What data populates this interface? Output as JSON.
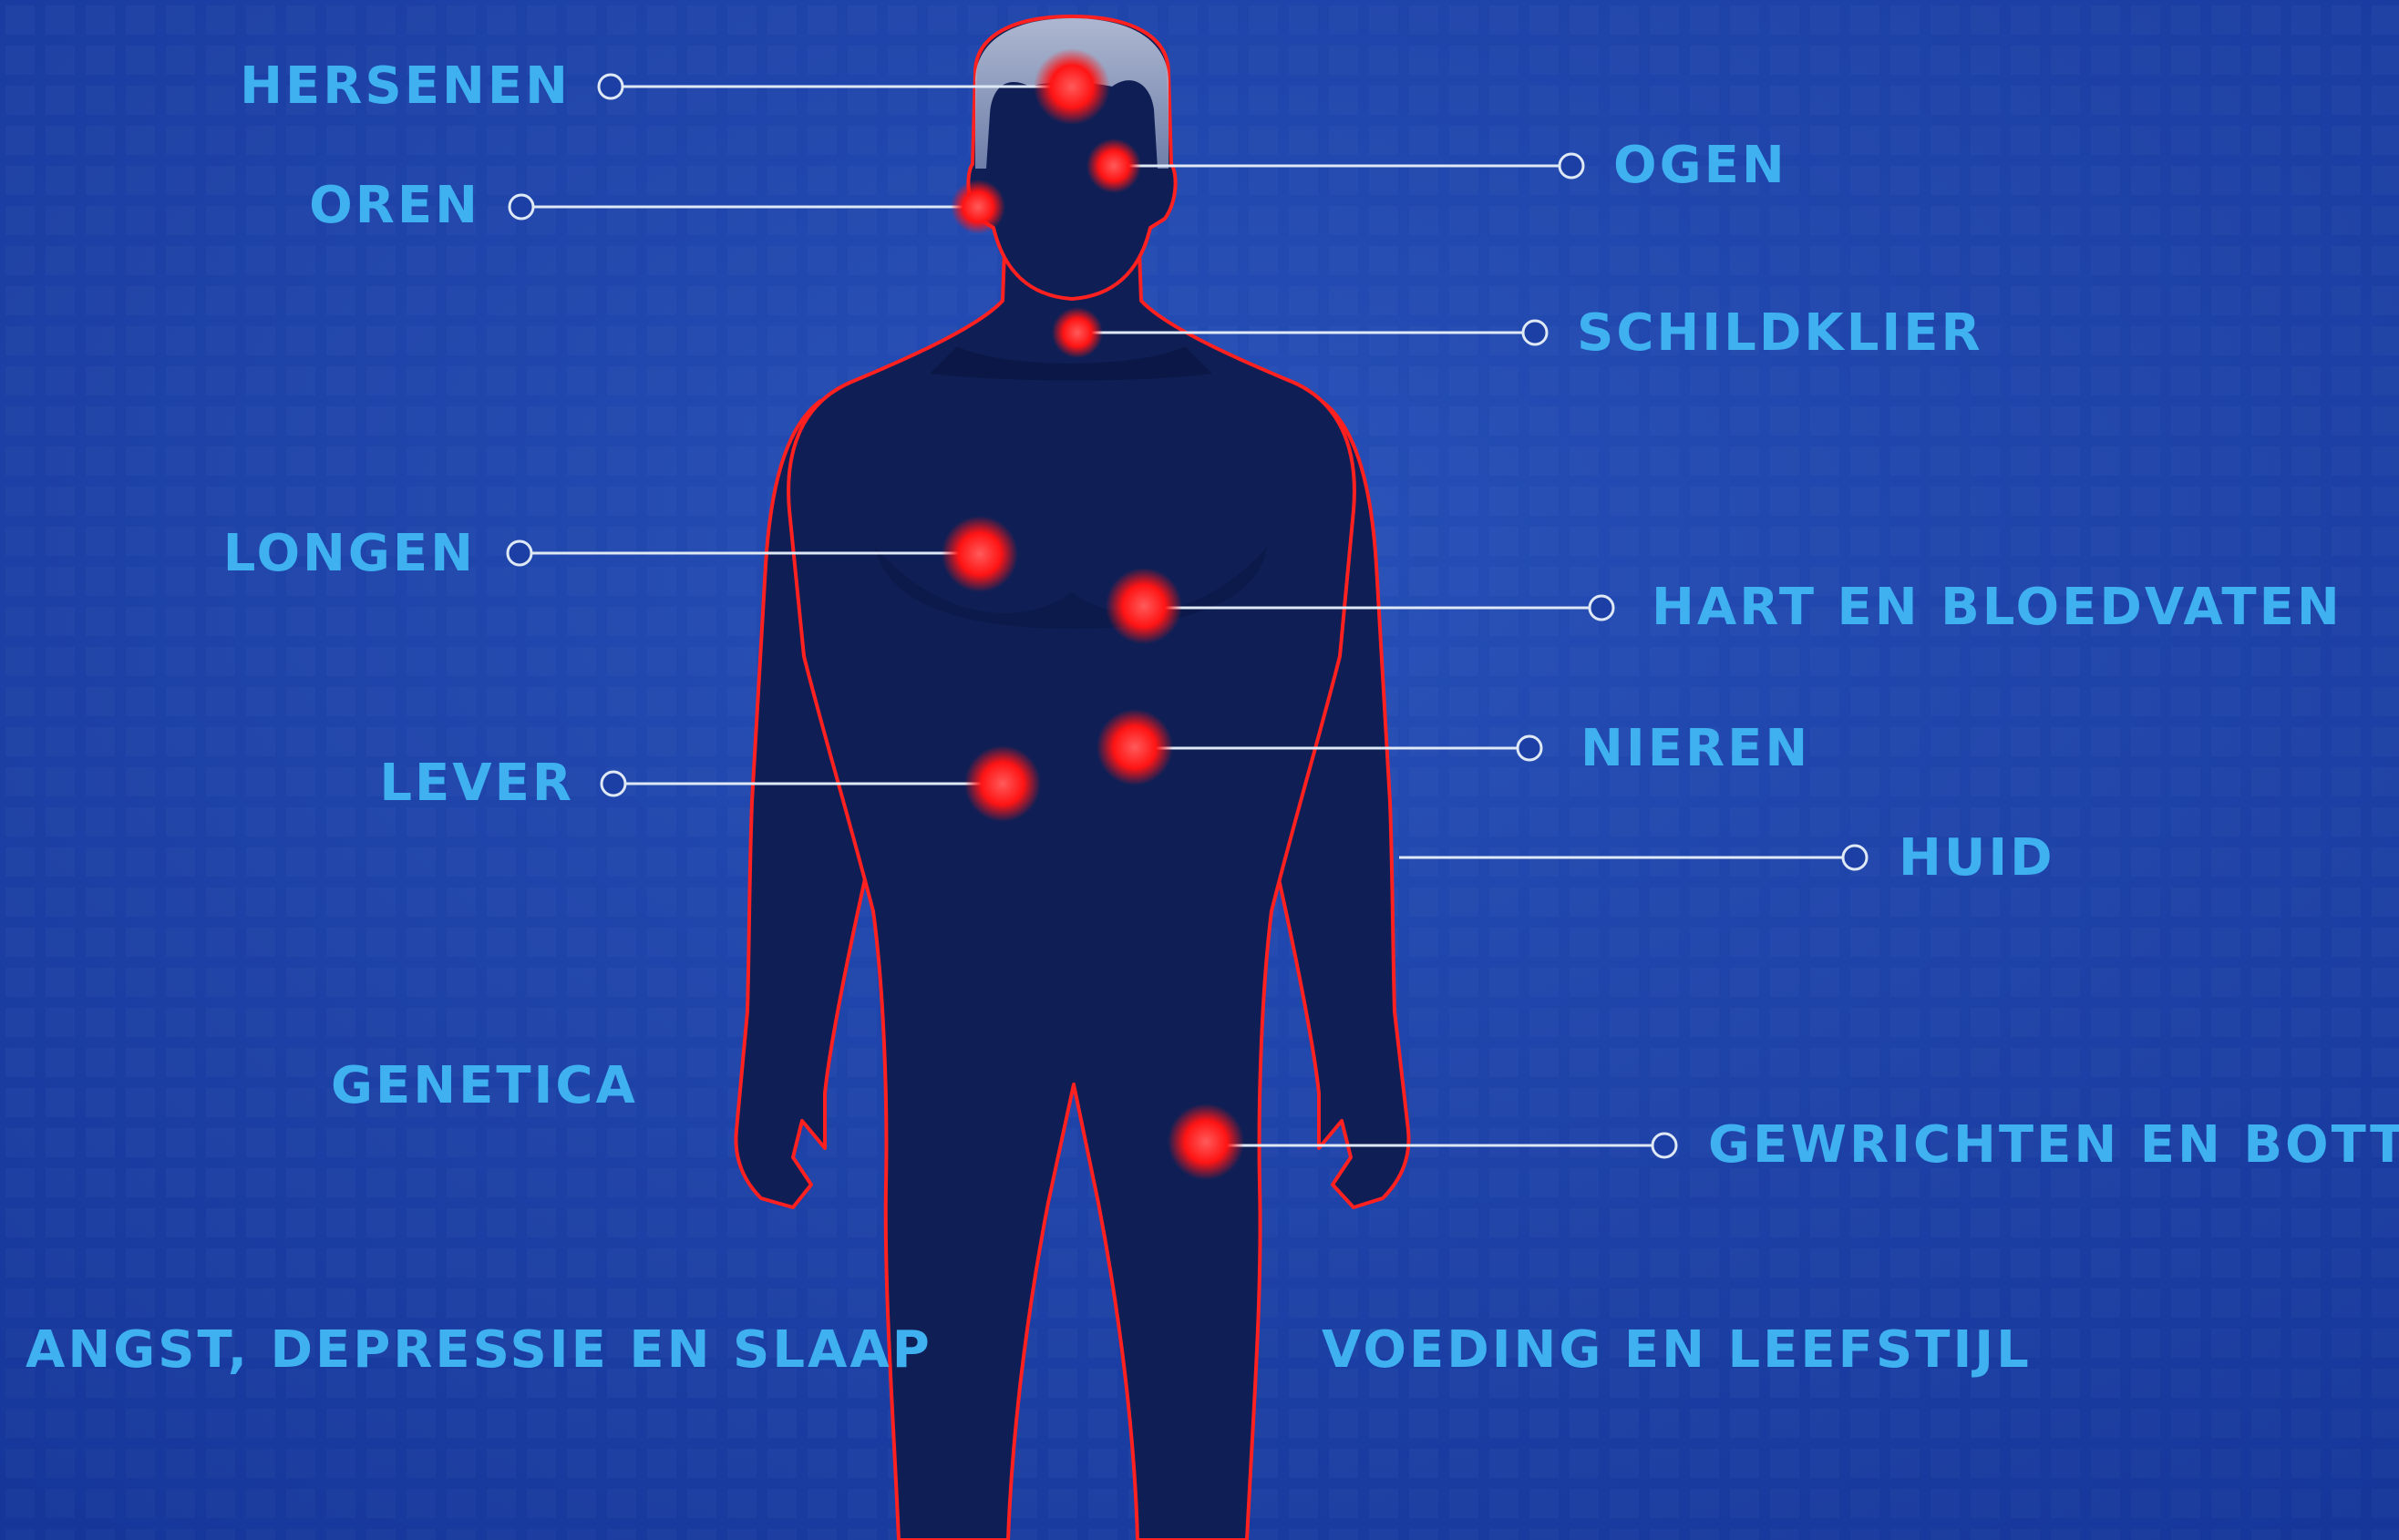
{
  "colors": {
    "background": "#1c3fa6",
    "background_light": "#2650b8",
    "body_fill": "#0f1f55",
    "body_outline": "#ff2020",
    "label": "#3fb0f0",
    "dot": "#ff1a1a",
    "leader_line": "#dfe8f5"
  },
  "labels": {
    "hersenen": "HERSENEN",
    "oren": "OREN",
    "ogen": "OGEN",
    "schildklier": "SCHILDKLIER",
    "longen": "LONGEN",
    "hart": "HART EN BLOEDVATEN",
    "nieren": "NIEREN",
    "lever": "LEVER",
    "huid": "HUID",
    "genetica": "GENETICA",
    "gewrichten": "GEWRICHTEN EN BOTTEN",
    "angst": "ANGST, DEPRESSIE EN SLAAP",
    "voeding": "VOEDING EN LEEFSTIJL"
  }
}
